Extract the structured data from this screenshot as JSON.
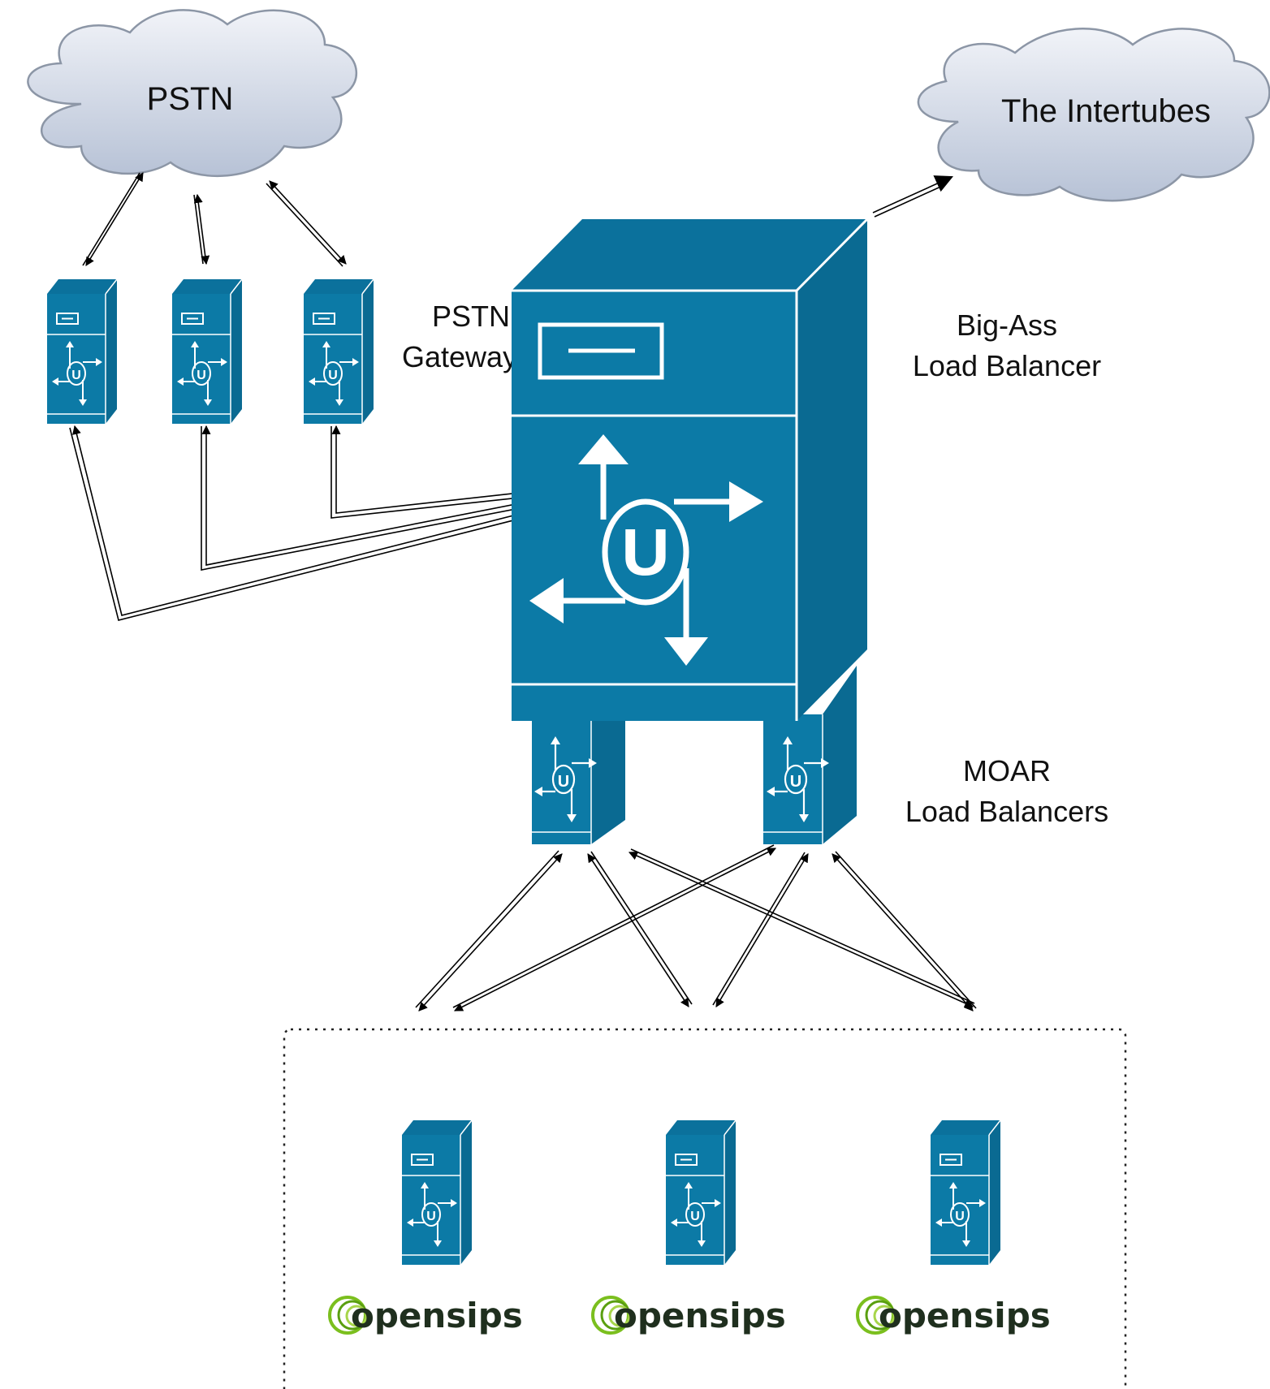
{
  "clouds": {
    "pstn": {
      "label": "PSTN"
    },
    "internet": {
      "label": "The Intertubes"
    }
  },
  "labels": {
    "pstn_gateways_line1": "PSTN",
    "pstn_gateways_line2": "Gateways",
    "big_lb_line1": "Big-Ass",
    "big_lb_line2": "Load Balancer",
    "moar_line1": "MOAR",
    "moar_line2": "Load Balancers"
  },
  "opensips": [
    {
      "logo_text": "opensips"
    },
    {
      "logo_text": "opensips"
    },
    {
      "logo_text": "opensips"
    }
  ],
  "colors": {
    "server_main": "#0c7aa6",
    "server_side": "#0a6a92",
    "server_top": "#0b719c",
    "cloud_fill_top": "#f1f3f8",
    "cloud_fill_bottom": "#b9c3d6",
    "logo_green": "#7bbf1e",
    "logo_text": "#1f2f1e"
  },
  "icons": [
    "cloud-icon",
    "server-router-icon",
    "opensips-logo"
  ]
}
